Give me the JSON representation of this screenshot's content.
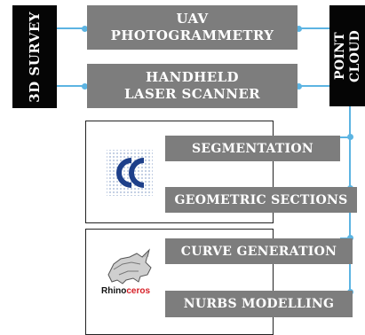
{
  "survey": {
    "label": "3D SURVEY"
  },
  "point_cloud": {
    "label": "POINT CLOUD"
  },
  "inputs": [
    {
      "line1": "UAV",
      "line2": "PHOTOGRAMMETRY"
    },
    {
      "line1": "HANDHELD",
      "line2": "LASER SCANNER"
    }
  ],
  "steps": [
    {
      "label": "SEGMENTATION"
    },
    {
      "label": "GEOMETRIC SECTIONS"
    },
    {
      "label": "CURVE GENERATION"
    },
    {
      "label": "NURBS MODELLING"
    }
  ],
  "software": [
    {
      "icon": "cloudcompare-logo-icon"
    },
    {
      "icon": "rhinoceros-logo-icon",
      "name_part1": "Rhino",
      "name_part2": "ceros"
    }
  ],
  "colors": {
    "connector": "#5cb4e2",
    "box": "#7d7d7d",
    "dark": "#050505"
  }
}
